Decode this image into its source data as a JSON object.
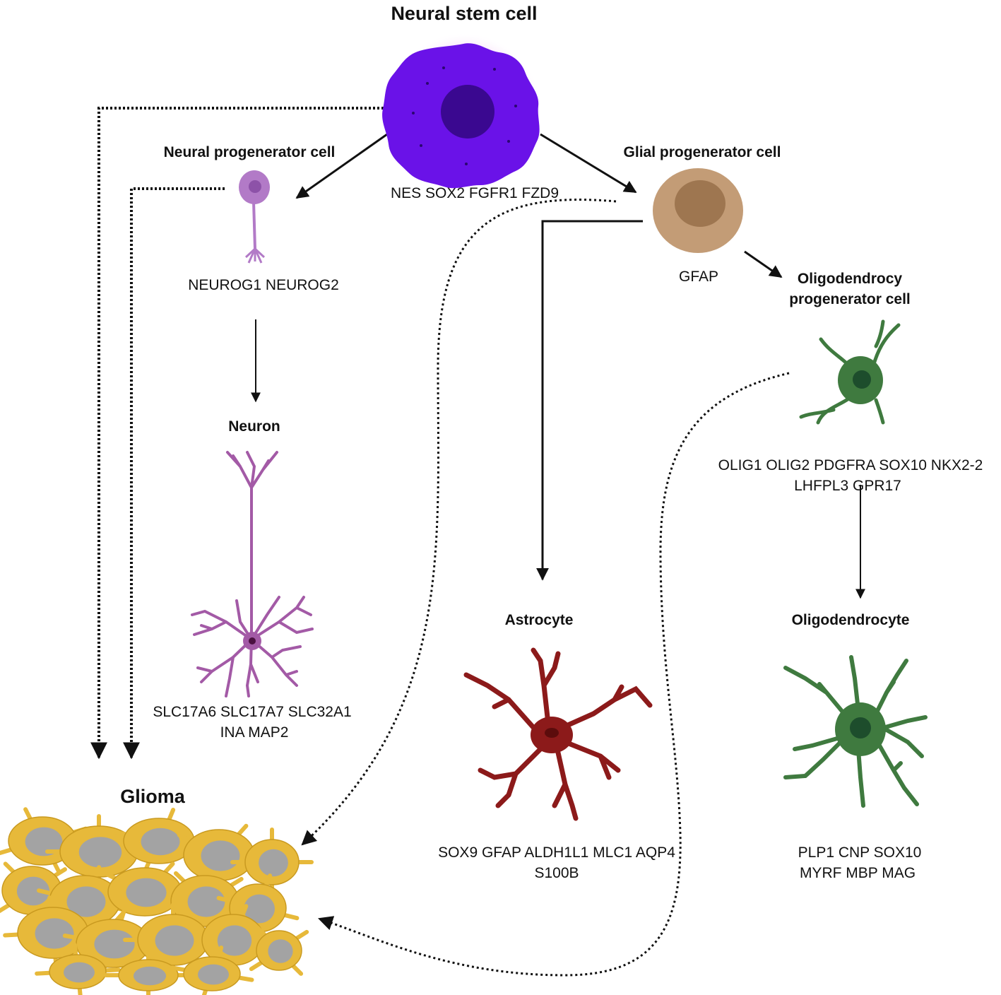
{
  "nodes": {
    "neural_stem_cell": {
      "title": "Neural stem cell",
      "markers": [
        "NES SOX2 FGFR1 FZD9"
      ]
    },
    "neural_progenitor": {
      "title": "Neural progenerator cell",
      "markers": [
        "NEUROG1 NEUROG2"
      ]
    },
    "glial_progenitor": {
      "title": "Glial progenerator cell",
      "markers": [
        "GFAP"
      ]
    },
    "opc": {
      "title_lines": [
        "Oligodendrocy",
        "progenerator cell"
      ],
      "markers": [
        "OLIG1 OLIG2 PDGFRA SOX10 NKX2-2",
        "LHFPL3 GPR17"
      ]
    },
    "neuron": {
      "title": "Neuron",
      "markers": [
        "SLC17A6 SLC17A7 SLC32A1",
        "INA MAP2"
      ]
    },
    "astrocyte": {
      "title": "Astrocyte",
      "markers": [
        "SOX9 GFAP ALDH1L1 MLC1 AQP4",
        "S100B"
      ]
    },
    "oligodendrocyte": {
      "title": "Oligodendrocyte",
      "markers": [
        "PLP1 CNP SOX10",
        "MYRF MBP MAG"
      ]
    },
    "glioma": {
      "title": "Glioma"
    }
  },
  "edges": [
    {
      "from": "neural_stem_cell",
      "to": "neural_progenitor",
      "style": "solid"
    },
    {
      "from": "neural_stem_cell",
      "to": "glial_progenitor",
      "style": "solid"
    },
    {
      "from": "neural_progenitor",
      "to": "neuron",
      "style": "solid"
    },
    {
      "from": "glial_progenitor",
      "to": "astrocyte",
      "style": "solid"
    },
    {
      "from": "glial_progenitor",
      "to": "opc",
      "style": "solid"
    },
    {
      "from": "opc",
      "to": "oligodendrocyte",
      "style": "solid"
    },
    {
      "from": "neural_stem_cell",
      "to": "glioma",
      "style": "dotted"
    },
    {
      "from": "neural_progenitor",
      "to": "glioma",
      "style": "dotted"
    },
    {
      "from": "glial_progenitor",
      "to": "glioma",
      "style": "dotted"
    },
    {
      "from": "opc",
      "to": "glioma",
      "style": "dotted"
    }
  ],
  "colors": {
    "stem_cell": "#6a12e8",
    "stem_glow": "#e98ff0",
    "stem_nucleus": "#3a0890",
    "progenitor": "#b27ac7",
    "glial": "#c39c76",
    "glial_nucleus": "#9e7650",
    "neuron": "#a35aa6",
    "astrocyte": "#8c1a1a",
    "oligo": "#3f7a3f",
    "oligo_nucleus": "#1d4d2c",
    "glioma": "#e7b93a",
    "glioma_nucleus": "#a3a3a3"
  }
}
